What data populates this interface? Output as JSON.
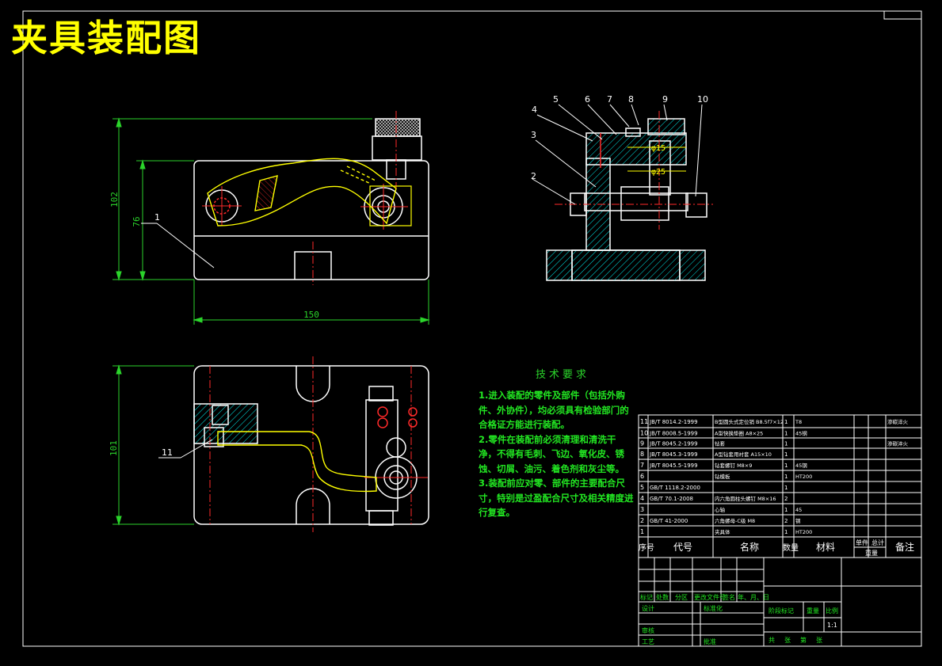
{
  "title": "夹具装配图",
  "tech": {
    "heading": "技术要求",
    "items": [
      "1.进入装配的零件及部件（包括外购件、外协件），均必须具有检验部门的合格证方能进行装配。",
      "2.零件在装配前必须清理和清洗干净，不得有毛刺、飞边、氧化皮、锈蚀、切屑、油污、着色剂和灰尘等。",
      "3.装配前应对零、部件的主要配合尺寸，特别是过盈配合尺寸及相关精度进行复查。"
    ]
  },
  "dims": {
    "front_h1": "102",
    "front_h2": "76",
    "front_w": "150",
    "top_h": "101",
    "side_d1": "φ15",
    "side_d2": "φ25"
  },
  "callouts": [
    "1",
    "2",
    "3",
    "4",
    "5",
    "6",
    "7",
    "8",
    "9",
    "10",
    "11"
  ],
  "bom": {
    "rows": [
      {
        "no": "11",
        "code": "JB/T 8014.2-1999",
        "name": "B型圆头式定位销 B8.5f7×12",
        "qty": "1",
        "material": "T8",
        "note": "渗碳淬火"
      },
      {
        "no": "10",
        "code": "JB/T 8008.5-1999",
        "name": "A型快换垫圈 A8×25",
        "qty": "1",
        "material": "45钢",
        "note": ""
      },
      {
        "no": "9",
        "code": "JB/T 8045.2-1999",
        "name": "钻套",
        "qty": "1",
        "material": "",
        "note": "渗碳淬火"
      },
      {
        "no": "8",
        "code": "JB/T 8045.3-1999",
        "name": "A型钻套用衬套 A15×10",
        "qty": "1",
        "material": "",
        "note": ""
      },
      {
        "no": "7",
        "code": "JB/T 8045.5-1999",
        "name": "钻套螺钉 M8×9",
        "qty": "1",
        "material": "45钢",
        "note": ""
      },
      {
        "no": "6",
        "code": "",
        "name": "钻模板",
        "qty": "1",
        "material": "HT200",
        "note": ""
      },
      {
        "no": "5",
        "code": "GB/T 1118.2-2000",
        "name": "",
        "qty": "1",
        "material": "",
        "note": ""
      },
      {
        "no": "4",
        "code": "GB/T 70.1-2008",
        "name": "内六角圆柱头螺钉 M8×16",
        "qty": "2",
        "material": "",
        "note": ""
      },
      {
        "no": "3",
        "code": "",
        "name": "心轴",
        "qty": "1",
        "material": "45",
        "note": ""
      },
      {
        "no": "2",
        "code": "GB/T 41-2000",
        "name": "六角螺母-C级 M8",
        "qty": "2",
        "material": "钢",
        "note": ""
      },
      {
        "no": "1",
        "code": "",
        "name": "夹具体",
        "qty": "1",
        "material": "HT200",
        "note": ""
      }
    ],
    "header": {
      "no": "序号",
      "code": "代号",
      "name": "名称",
      "qty": "数量",
      "material": "材料",
      "unit": "单件",
      "total": "总计",
      "weight": "重量",
      "note": "备注"
    }
  },
  "titleblock": {
    "mark": "标记",
    "count": "处数",
    "zone": "分区",
    "docno": "更改文件号",
    "sign": "签名",
    "date": "年、月、日",
    "design": "设计",
    "std": "标准化",
    "stage": "阶段标记",
    "weight": "重量",
    "scale": "比例",
    "scale_val": "1:1",
    "review": "审核",
    "craft": "工艺",
    "approve": "批准",
    "sheets": "共　张　第　张"
  },
  "colors": {
    "yellow": "#ffff00",
    "white": "#ffffff",
    "green": "#22e622",
    "cyan": "#00e5e5",
    "red": "#ff2a2a"
  }
}
